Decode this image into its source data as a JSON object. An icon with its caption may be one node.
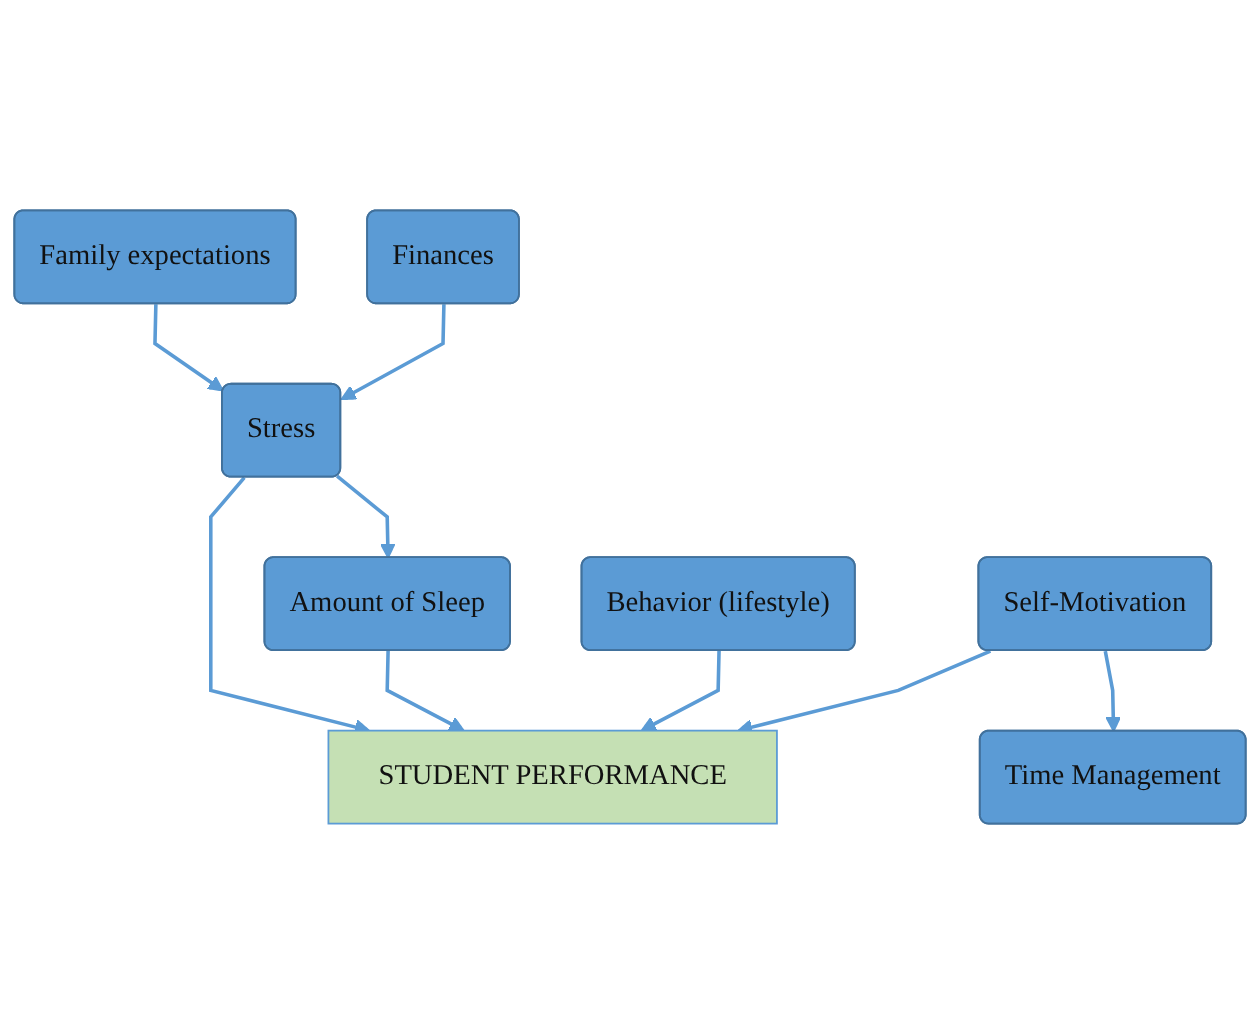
{
  "diagram": {
    "nodes": [
      {
        "text": [
          "Family expectations"
        ]
      },
      {
        "text": [
          "Finances"
        ]
      },
      {
        "text": [
          "Stress"
        ]
      },
      {
        "text": [
          "Amount of Sleep"
        ]
      },
      {
        "text": [
          "Behavior (lifestyle)"
        ]
      },
      {
        "text": [
          "STUDENT PERFORMANCE"
        ]
      },
      {
        "text": [
          "Self-Motivation"
        ]
      },
      {
        "text": [
          "Time Management"
        ]
      }
    ],
    "edges": [
      {
        "from": 0,
        "to": 2,
        "arrow": "to"
      },
      {
        "from": 1,
        "to": 2,
        "arrow": "to"
      },
      {
        "from": 2,
        "to": 3,
        "arrow": "to"
      },
      {
        "from": 2,
        "to": 5,
        "arrow": "to"
      },
      {
        "from": 3,
        "to": 5,
        "arrow": "to"
      },
      {
        "from": 4,
        "to": 5,
        "arrow": "to"
      },
      {
        "from": 6,
        "to": 5,
        "arrow": "to"
      },
      {
        "from": 6,
        "to": 7,
        "arrow": "to"
      }
    ]
  }
}
